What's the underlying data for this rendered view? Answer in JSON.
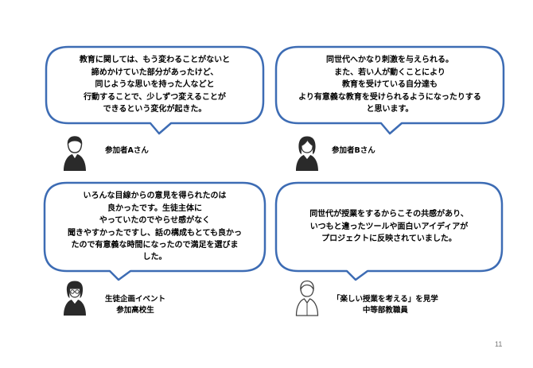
{
  "slide": {
    "page_number": "11",
    "accent_color": "#3d6cb4",
    "testimonials": [
      {
        "lines": [
          "教育に関しては、もう変わることがないと",
          "諦めかけていた部分があったけど、",
          "同じような思いを持った人などと",
          "行動することで、少しずつ変えることが",
          "できるという変化が起きた。"
        ],
        "person_lines": [
          "参加者Aさん"
        ],
        "icon": "male-person-icon"
      },
      {
        "lines": [
          "同世代へかなり刺激を与えられる。",
          "また、若い人が動くことにより",
          "教育を受けている自分達も",
          "より有意義な教育を受けられるようになったりする",
          "と思います。"
        ],
        "person_lines": [
          "参加者Bさん"
        ],
        "icon": "female-person-icon"
      },
      {
        "lines": [
          "いろんな目線からの意見を得られたのは",
          "良かったです。生徒主体に",
          "やっていたのでやらせ感がなく",
          "聞きやすかったですし、話の構成もとても良かっ",
          "たので有意義な時間になったので満足を選びま",
          "した。"
        ],
        "person_lines": [
          "生徒企画イベント",
          "参加高校生"
        ],
        "icon": "student-person-icon"
      },
      {
        "lines": [
          "同世代が授業をするからこその共感があり、",
          "いつもと違ったツールや面白いアイディアが",
          "プロジェクトに反映されていました。"
        ],
        "person_lines": [
          "「楽しい授業を考える」を見学",
          "中等部教職員"
        ],
        "icon": "teacher-person-icon"
      }
    ]
  }
}
